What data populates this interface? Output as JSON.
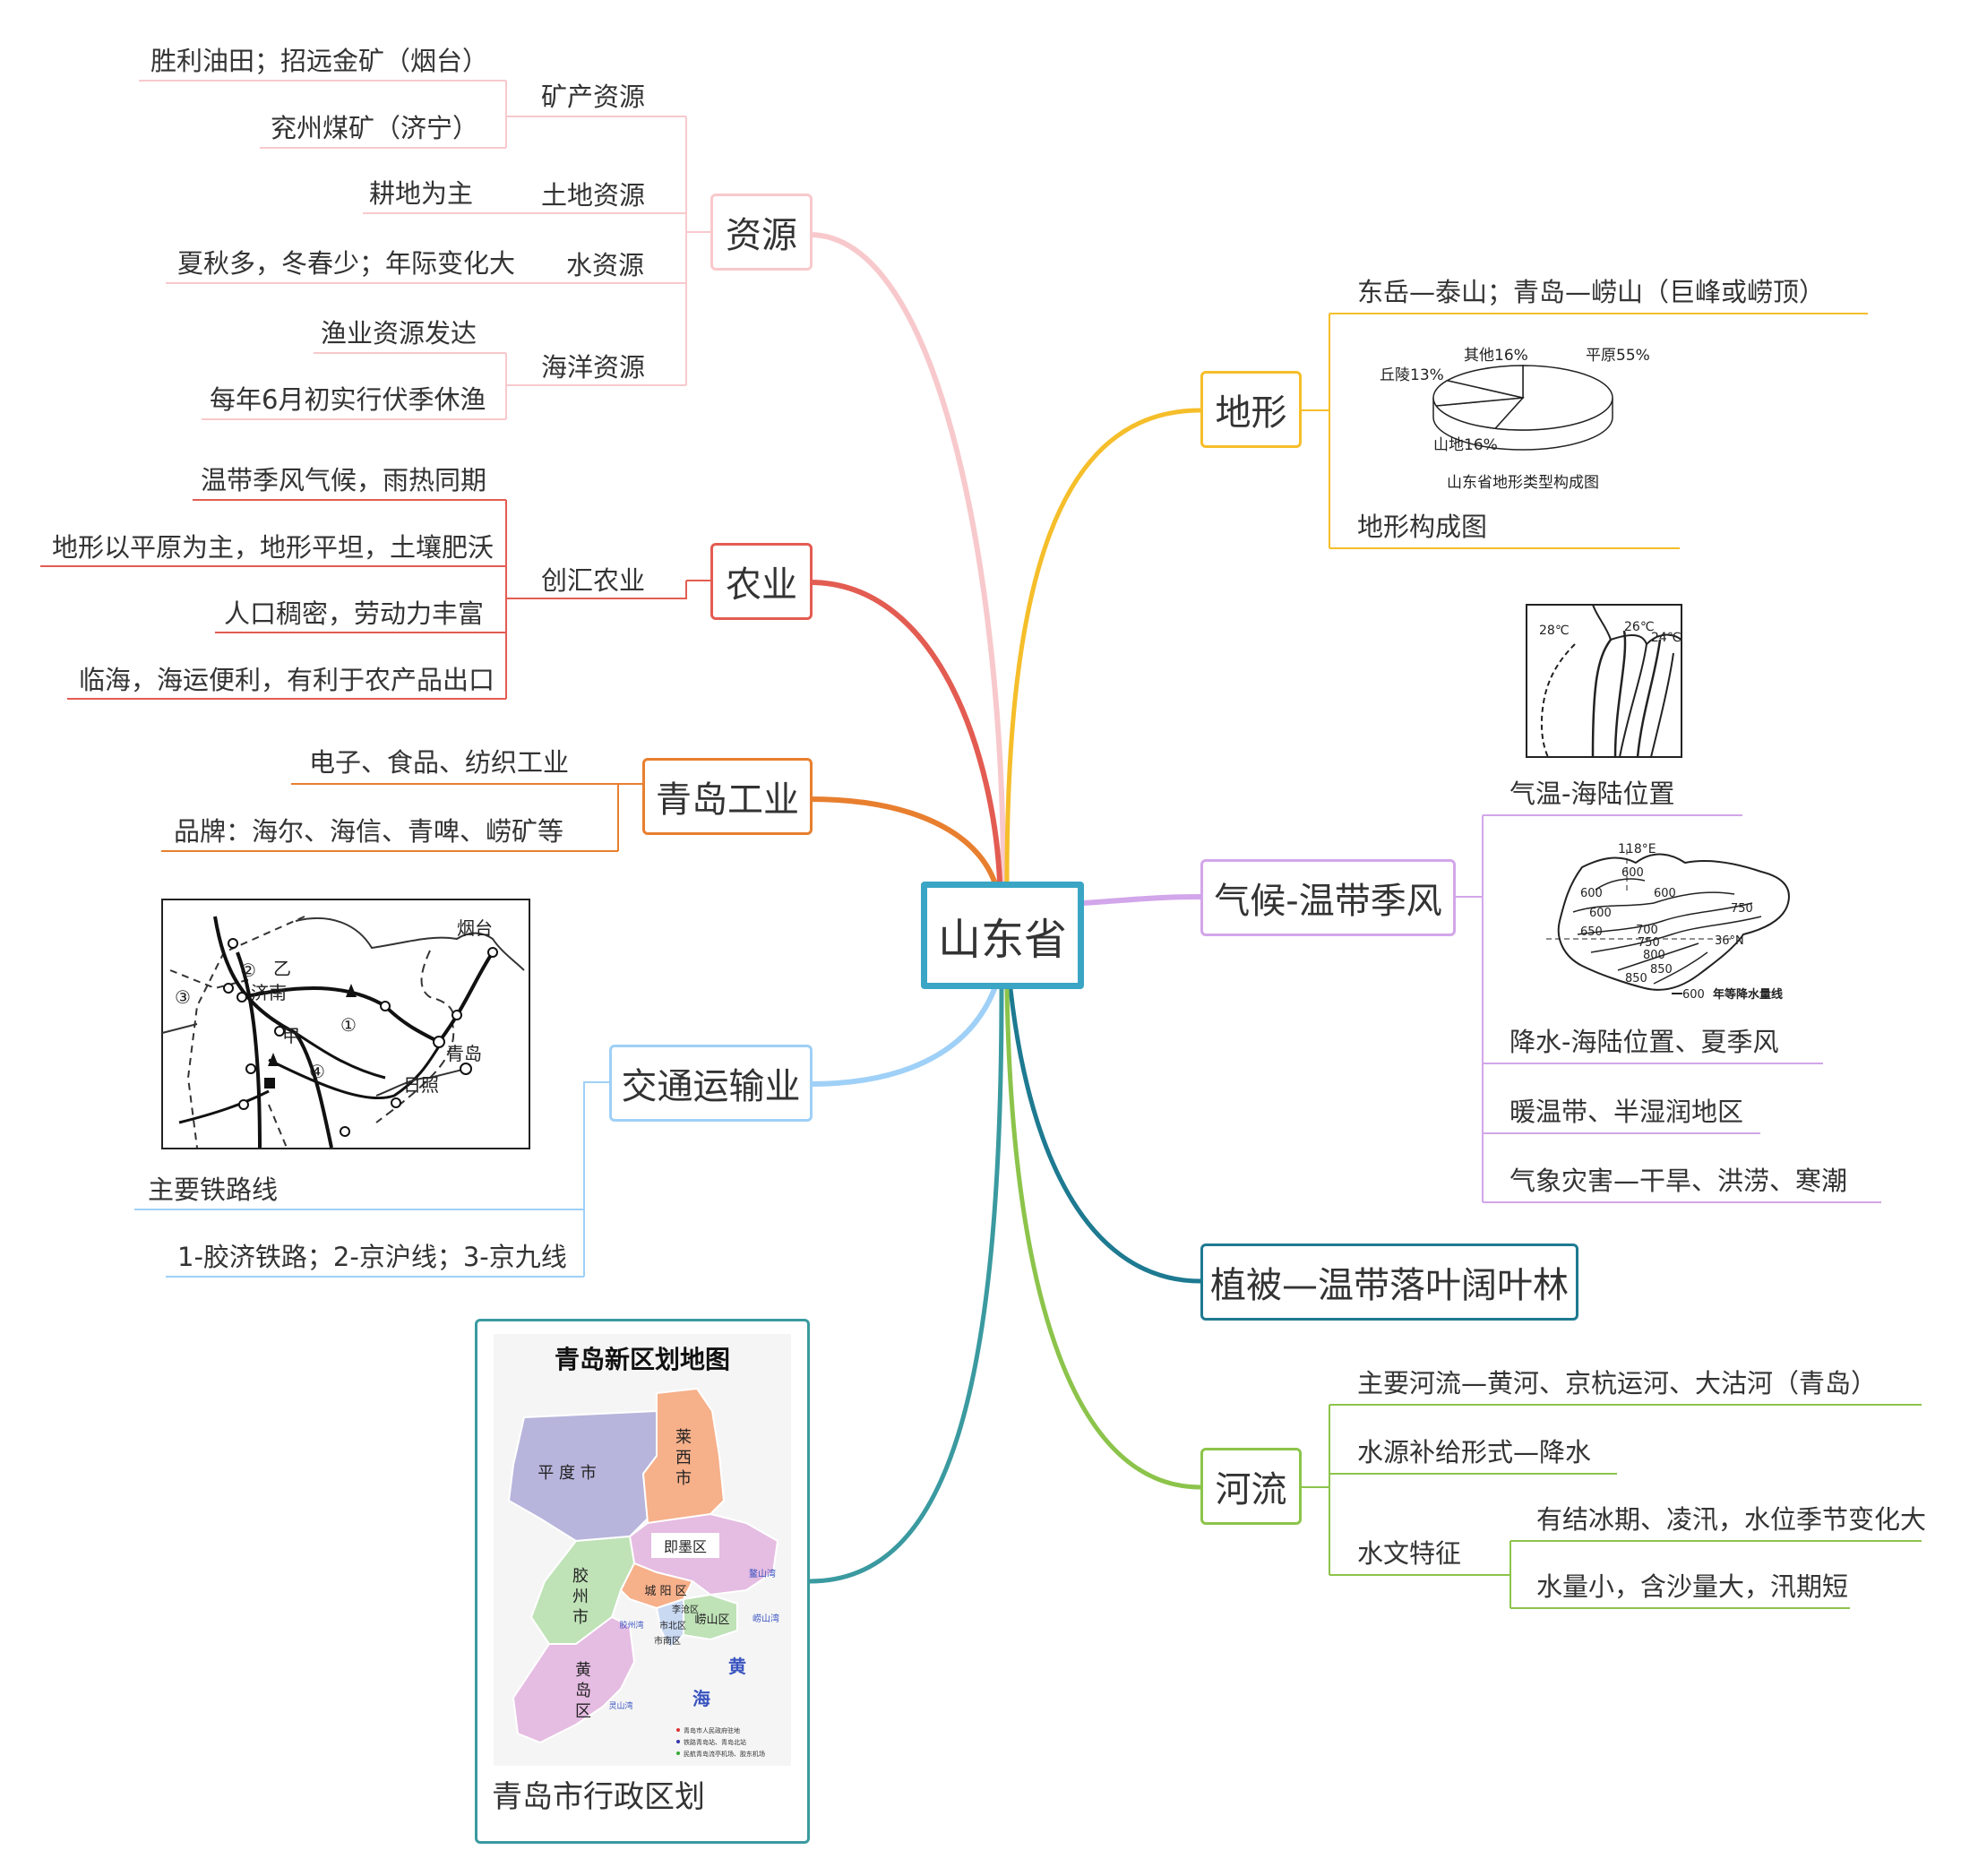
{
  "central": "山东省",
  "colors": {
    "resources": "#f8c9cc",
    "agriculture": "#e35c52",
    "industry": "#e87f2f",
    "transport": "#9fd0f7",
    "admin": "#3a9aa0",
    "terrain": "#f5be2a",
    "climate": "#d2a6ea",
    "vegetation": "#1d7a91",
    "rivers": "#8cc44b"
  },
  "resources": {
    "label": "资源",
    "mineral": {
      "label": "矿产资源",
      "items": [
        "胜利油田；招远金矿（烟台）",
        "兖州煤矿（济宁）"
      ]
    },
    "land": {
      "label": "土地资源",
      "items": [
        "耕地为主"
      ]
    },
    "water": {
      "label": "水资源",
      "items": [
        "夏秋多，冬春少；年际变化大"
      ]
    },
    "ocean": {
      "label": "海洋资源",
      "items": [
        "渔业资源发达",
        "每年6月初实行伏季休渔"
      ]
    }
  },
  "agriculture": {
    "label": "农业",
    "sub": {
      "label": "创汇农业",
      "items": [
        "温带季风气候，雨热同期",
        "地形以平原为主，地形平坦，土壤肥沃",
        "人口稠密，劳动力丰富",
        "临海，海运便利，有利于农产品出口"
      ]
    }
  },
  "industry": {
    "label": "青岛工业",
    "items": [
      "电子、食品、纺织工业",
      "品牌：海尔、海信、青啤、崂矿等"
    ]
  },
  "transport": {
    "label": "交通运输业",
    "items": [
      "主要铁路线",
      "1-胶济铁路；2-京沪线；3-京九线"
    ],
    "map_labels": {
      "yantai": "烟台",
      "jinan": "济南",
      "qingdao": "青岛",
      "rizhao": "日照",
      "jia": "甲",
      "yi": "乙",
      "n1": "①",
      "n2": "②",
      "n3": "③",
      "n4": "④"
    }
  },
  "admin": {
    "label": "青岛市行政区划",
    "map": {
      "title": "青岛新区划地图",
      "pingdu": "平 度 市",
      "laixi": [
        "莱",
        "西",
        "市"
      ],
      "jimo": "即墨区",
      "jiaozhou": [
        "胶",
        "州",
        "市"
      ],
      "chengyang": "城 阳 区",
      "licang": "李沧区",
      "shibei": "市北区",
      "shinan": "市南区",
      "laoshan": "崂山区",
      "huangdao": [
        "黄",
        "岛",
        "区"
      ],
      "jiaozhouwan": "胶州湾",
      "aoshanwan": "鳌山湾",
      "laoshanwan": "崂山湾",
      "lingshanwan": "灵山湾",
      "huanghai": [
        "黄",
        "海"
      ],
      "legend": [
        "青岛市人民政府驻地",
        "铁路青岛站、青岛北站",
        "民航青岛流亭机场、胶东机场"
      ]
    }
  },
  "terrain": {
    "label": "地形",
    "items": [
      "东岳—泰山；青岛—崂山（巨峰或崂顶）",
      "地形构成图"
    ],
    "pie": {
      "title": "山东省地形类型构成图",
      "slices": [
        {
          "name": "平原",
          "label": "平原55%",
          "value": 55
        },
        {
          "name": "山地",
          "label": "山地16%",
          "value": 16
        },
        {
          "name": "丘陵",
          "label": "丘陵13%",
          "value": 13
        },
        {
          "name": "其他",
          "label": "其他16%",
          "value": 16
        }
      ]
    }
  },
  "climate": {
    "label": "气候-温带季风",
    "items": [
      "气温-海陆位置",
      "降水-海陆位置、夏季风",
      "暖温带、半湿润地区",
      "气象灾害—干旱、洪涝、寒潮"
    ],
    "temp_map": {
      "t28": "28℃",
      "t26": "26℃",
      "t24": "24℃"
    },
    "precip_map": {
      "lon": "118°E",
      "lat": "36°N",
      "isolines": [
        "600",
        "600",
        "600",
        "600",
        "650",
        "700",
        "750",
        "750",
        "800",
        "850",
        "850"
      ],
      "legend_value": "600",
      "legend_text": "年等降水量线"
    }
  },
  "vegetation": {
    "label": "植被—温带落叶阔叶林"
  },
  "rivers": {
    "label": "河流",
    "items": [
      "主要河流—黄河、京杭运河、大沽河（青岛）",
      "水源补给形式—降水",
      "水文特征"
    ],
    "features": [
      "有结冰期、凌汛，水位季节变化大",
      "水量小，含沙量大，汛期短"
    ]
  }
}
